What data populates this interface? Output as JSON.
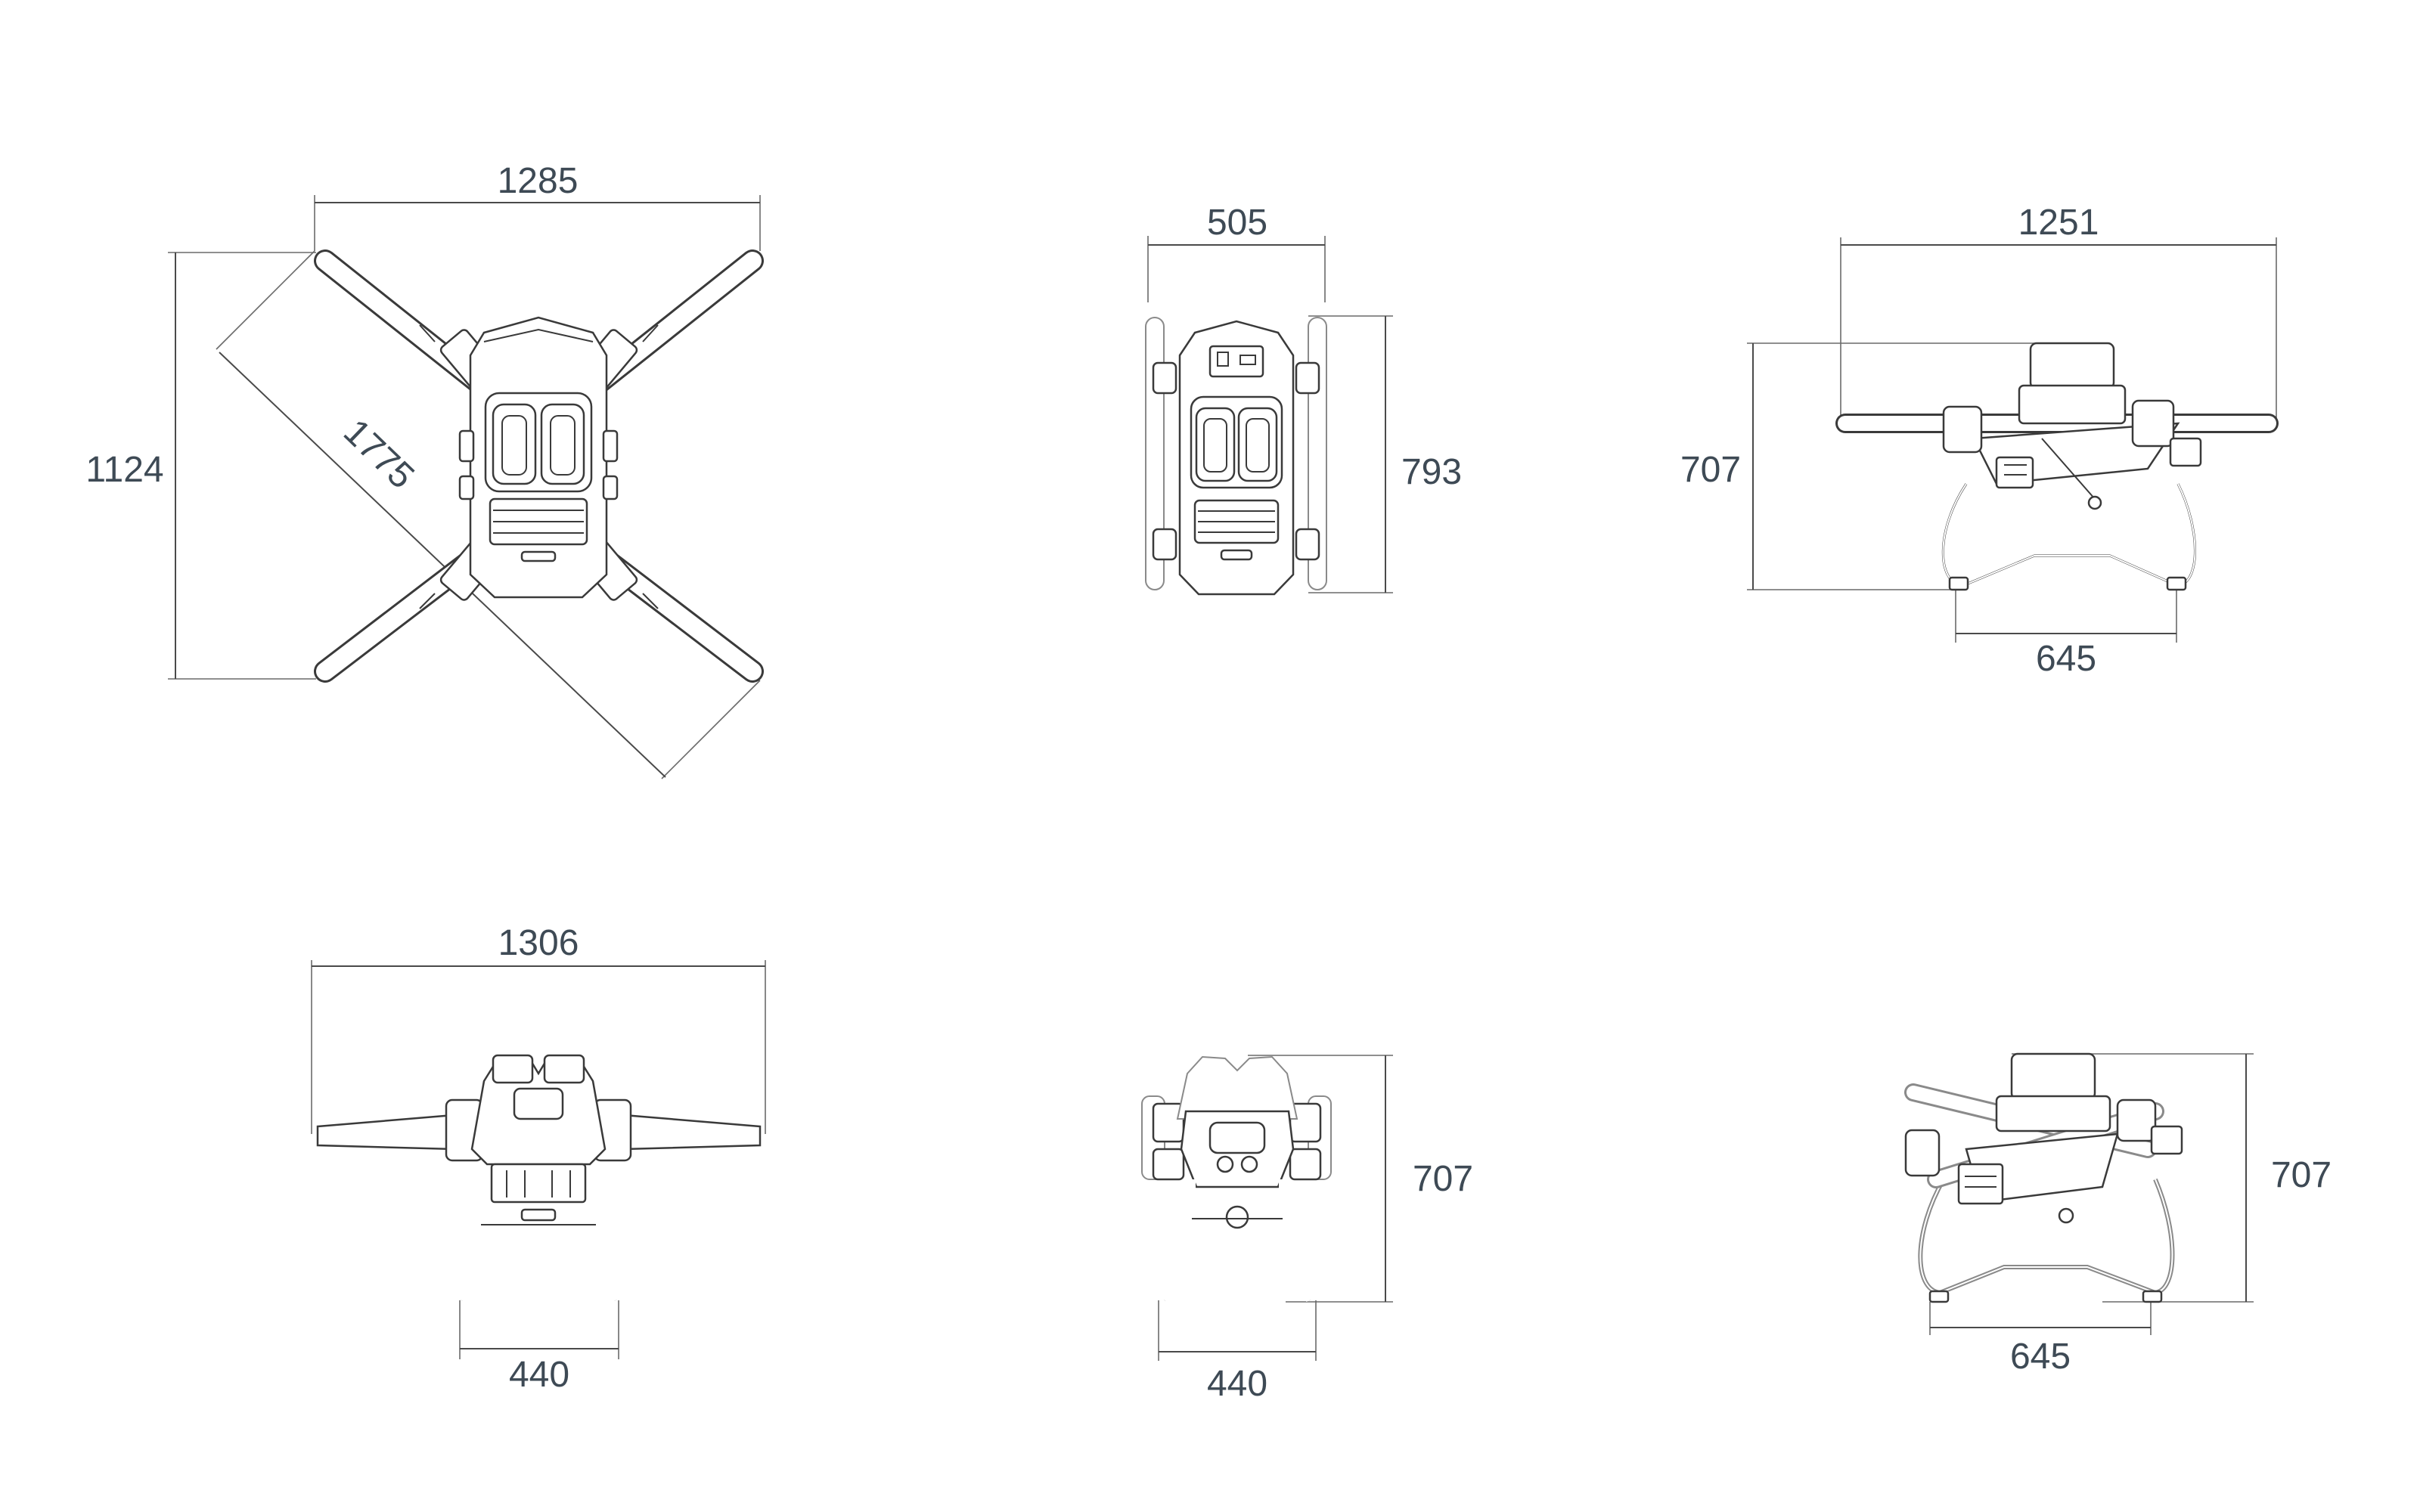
{
  "views": {
    "top": {
      "dims": {
        "width": "1285",
        "depth": "1124",
        "diagonal": "1775"
      }
    },
    "top_folded": {
      "dims": {
        "width": "505",
        "depth": "793"
      }
    },
    "side": {
      "dims": {
        "width": "1251",
        "height": "707",
        "gear": "645"
      }
    },
    "front": {
      "dims": {
        "width": "1306",
        "gear": "440"
      }
    },
    "front_folded": {
      "dims": {
        "height": "707",
        "gear": "440"
      }
    },
    "side_folded": {
      "dims": {
        "height": "707",
        "gear": "645"
      }
    }
  }
}
